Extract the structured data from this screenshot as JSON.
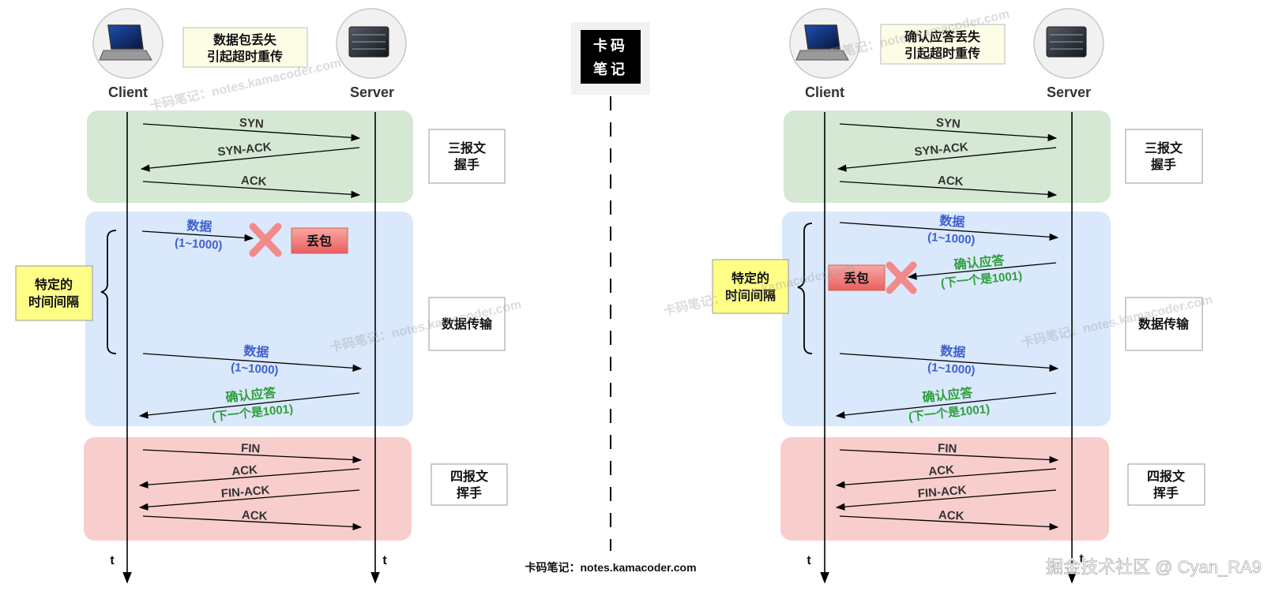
{
  "labels": {
    "client": "Client",
    "server": "Server",
    "time": "t",
    "data": "数据",
    "data_range": "(1~1000)",
    "ack_title": "确认应答",
    "ack_next": "(下一个是1001)",
    "lost": "丢包",
    "interval_line1": "特定的",
    "interval_line2": "时间间隔"
  },
  "phases": {
    "handshake": [
      "三报文",
      "握手"
    ],
    "transfer": "数据传输",
    "wave": [
      "四报文",
      "挥手"
    ]
  },
  "handshake_msgs": [
    "SYN",
    "SYN-ACK",
    "ACK"
  ],
  "wave_msgs": [
    "FIN",
    "ACK",
    "FIN-ACK",
    "ACK"
  ],
  "left_panel": {
    "title": [
      "数据包丢失",
      "引起超时重传"
    ]
  },
  "right_panel": {
    "title": [
      "确认应答丢失",
      "引起超时重传"
    ]
  },
  "logo": [
    "卡码",
    "笔记"
  ],
  "watermark": "卡码笔记：notes.kamacoder.com",
  "footer_text": "卡码笔记：notes.kamacoder.com",
  "corner_credit": "掘金技术社区 @ Cyan_RA9",
  "colors": {
    "handshake_bg": "#d5e8d4",
    "transfer_bg": "#dae8fc",
    "wave_bg": "#f8cecc",
    "title_box_bg": "#fdfde6",
    "interval_bg": "#ffff88",
    "data_blue": "#3e5fcf",
    "ack_green": "#2e9e3a",
    "lost_red": "#f4807f"
  }
}
